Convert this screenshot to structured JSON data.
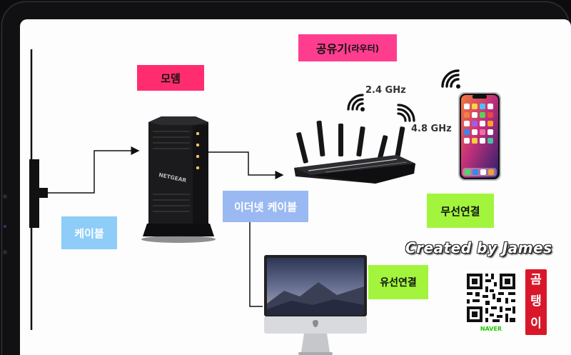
{
  "labels": {
    "modem": "모뎀",
    "router": "공유기",
    "router_sub": "(라우터)",
    "cable": "케이블",
    "ethernet": "이더넷 케이블",
    "wireless": "무선연결",
    "wired": "유선연결"
  },
  "frequencies": {
    "band_24": "2.4 GHz",
    "band_48": "4.8 GHz"
  },
  "credit": "Created by James",
  "qr_caption": "NAVER",
  "seal_text": [
    "곰",
    "탱",
    "이"
  ],
  "device_brand": "NETGEAR",
  "colors": {
    "pink": "#ff2d6f",
    "router_pink": "#ff3d8f",
    "blue": "#8ecdf8",
    "ethernet_blue": "#9ab9f3",
    "green": "#a2f53c",
    "seal_red": "#d8182a"
  }
}
